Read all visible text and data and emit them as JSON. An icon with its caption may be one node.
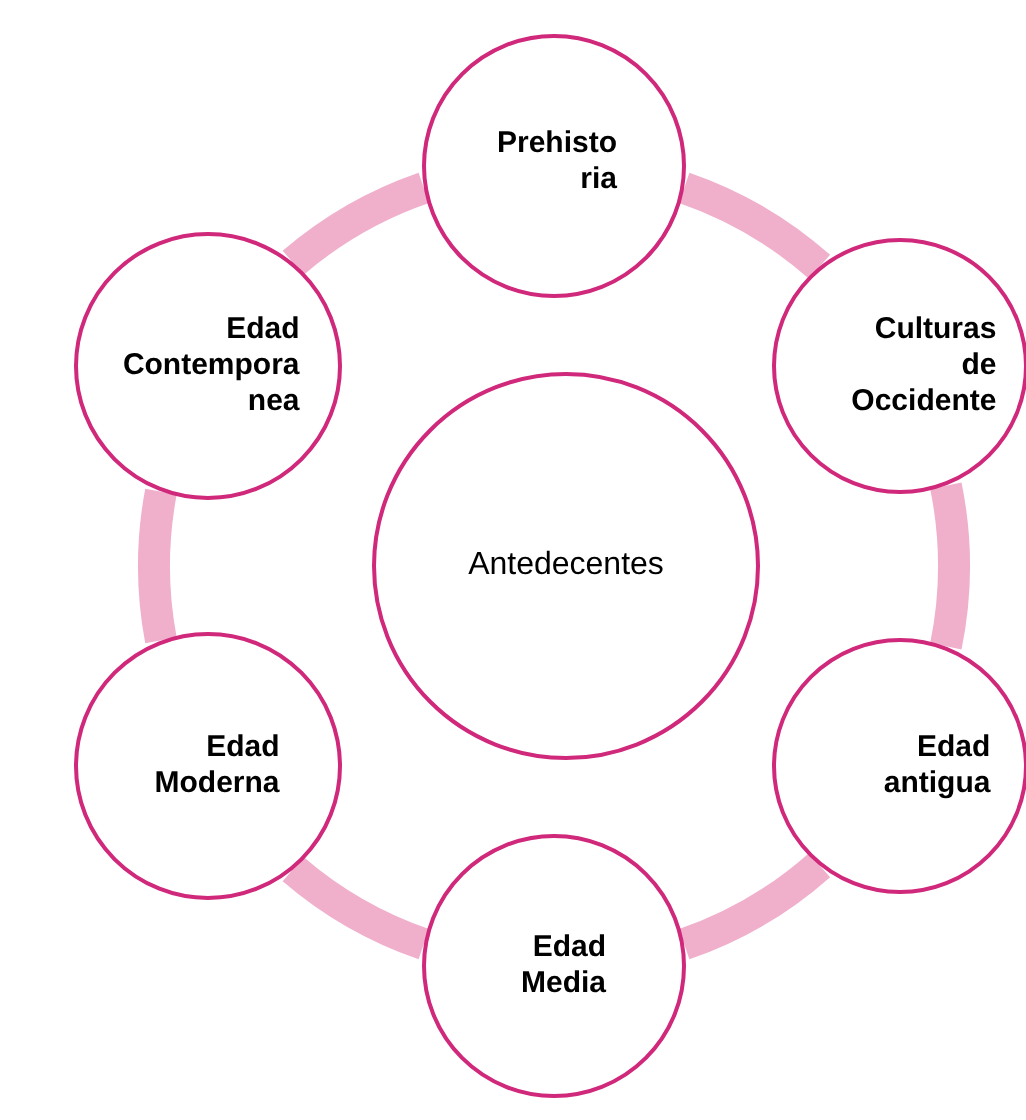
{
  "diagram": {
    "nodes": [
      {
        "text": [
          "Prehistoria"
        ]
      },
      {
        "text": [
          "Culturas de Occidente"
        ]
      },
      {
        "text": [
          "Edad antigua"
        ]
      },
      {
        "text": [
          "Edad Media"
        ]
      },
      {
        "text": [
          "Edad Moderna"
        ]
      },
      {
        "text": [
          "Edad Contemporanea"
        ]
      },
      {
        "text": [
          "Antedecentes"
        ]
      }
    ],
    "edges": [
      {
        "from": 0,
        "to": 1,
        "arrow": "none"
      },
      {
        "from": 1,
        "to": 2,
        "arrow": "none"
      },
      {
        "from": 2,
        "to": 3,
        "arrow": "none"
      },
      {
        "from": 3,
        "to": 4,
        "arrow": "none"
      },
      {
        "from": 4,
        "to": 5,
        "arrow": "none"
      },
      {
        "from": 5,
        "to": 0,
        "arrow": "none"
      }
    ]
  }
}
